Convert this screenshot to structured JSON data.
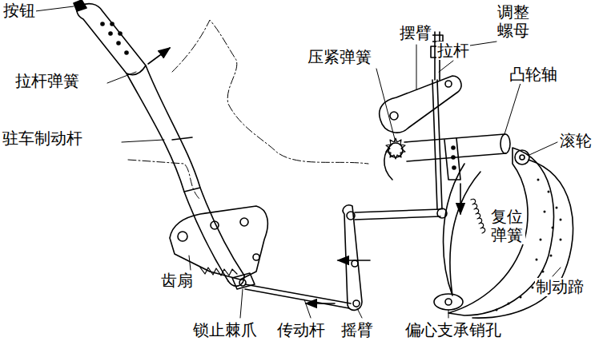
{
  "diagram": {
    "labels": [
      "按钮",
      "拉杆弹簧",
      "驻车制动杆",
      "齿扇",
      "锁止棘爪",
      "传动杆",
      "摇臂",
      "偏心支承销孔",
      "制动蹄",
      "复位 弹簧",
      "滚轮",
      "凸轮轴",
      "调整 螺母",
      "拉杆",
      "摆臂",
      "压紧弹簧"
    ]
  }
}
